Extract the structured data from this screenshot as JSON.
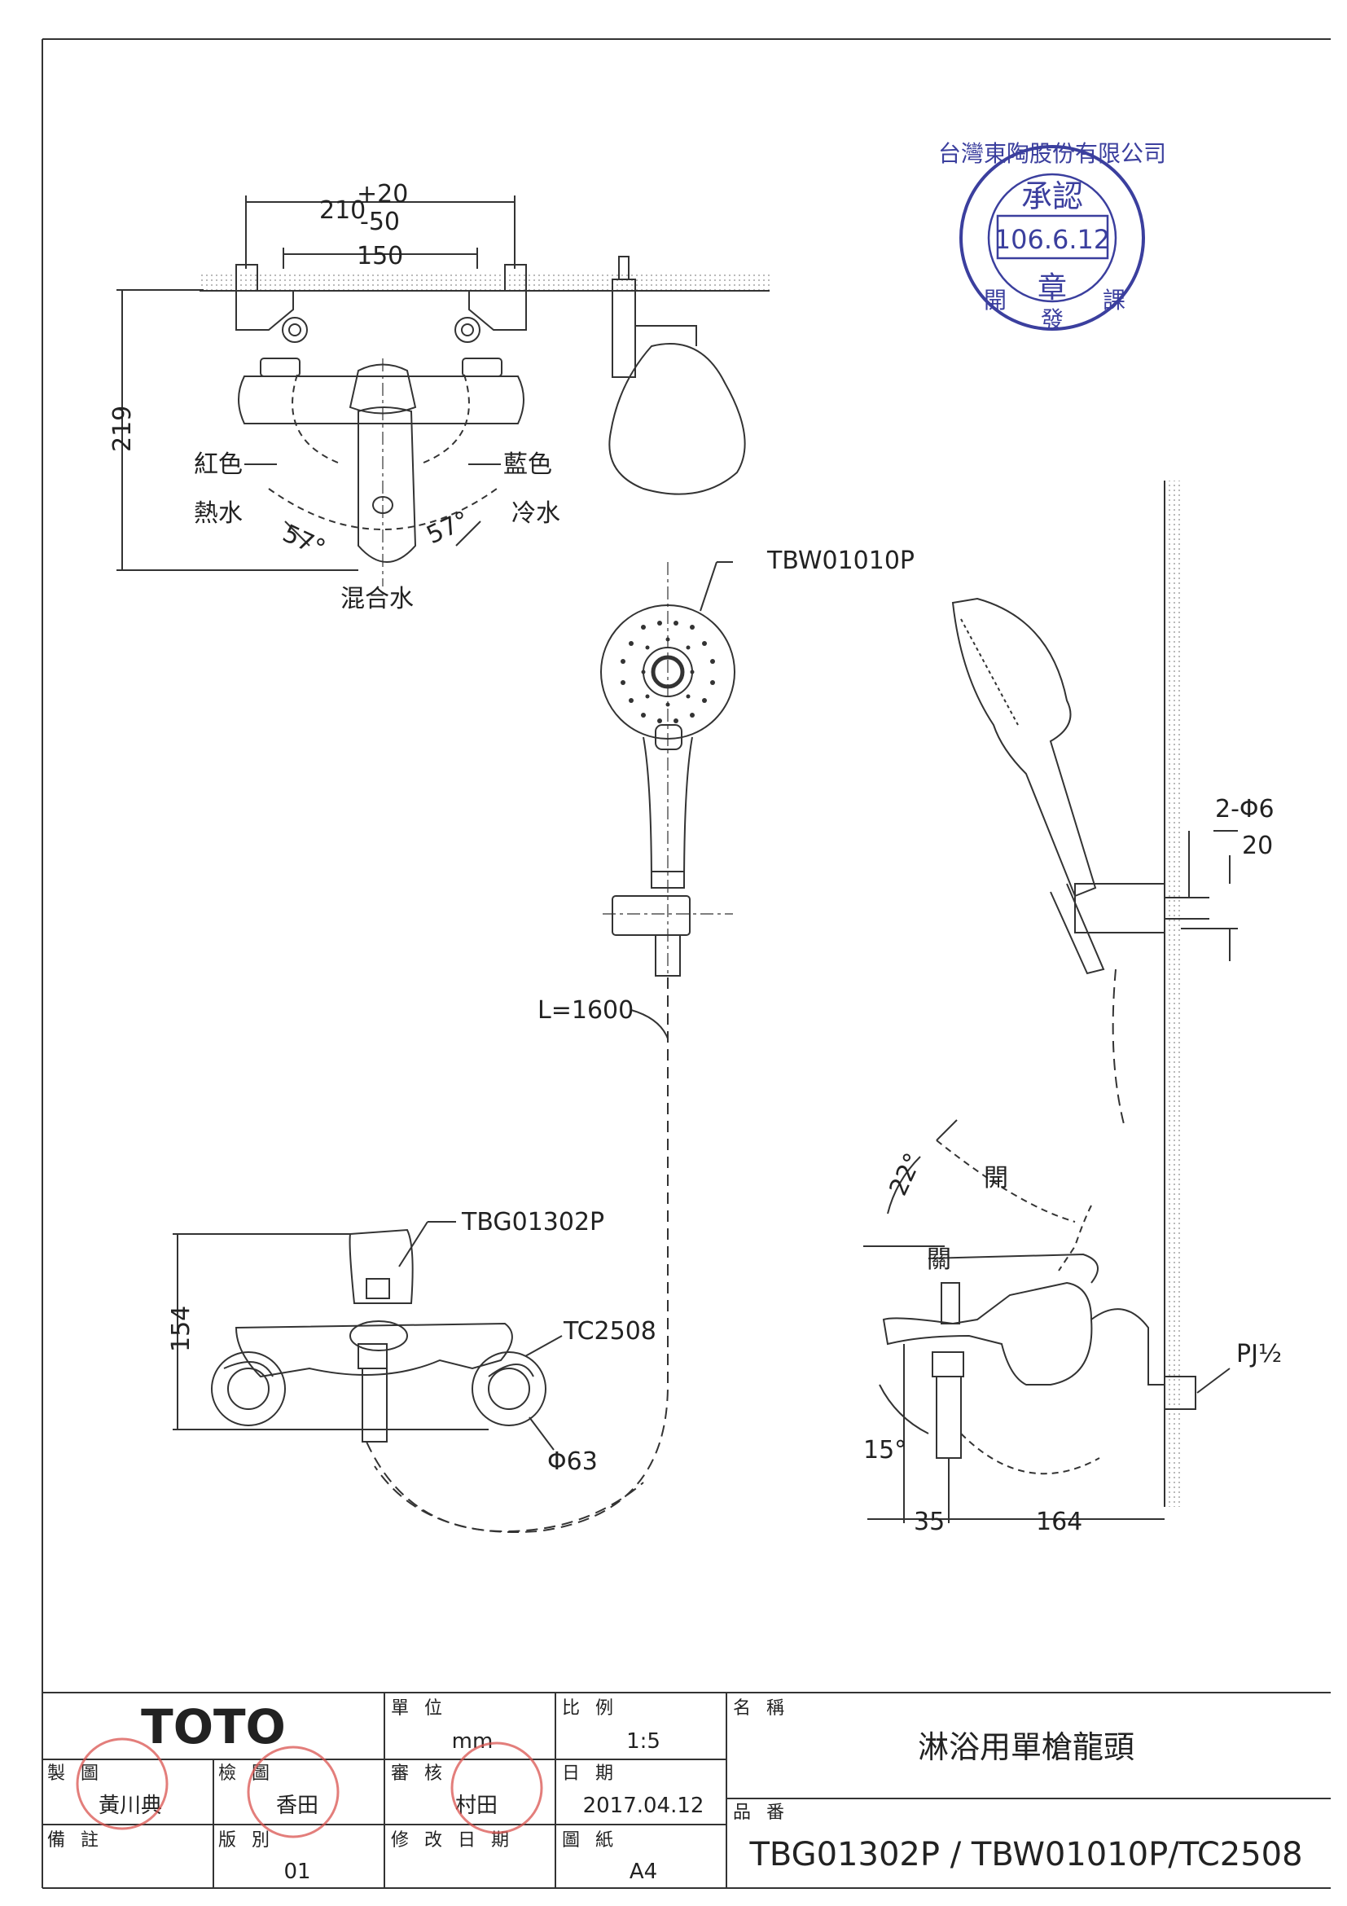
{
  "drawing": {
    "top_view": {
      "dim_outer": "210",
      "dim_outer_tol_plus": "+20",
      "dim_outer_tol_minus": "-50",
      "dim_inner": "150",
      "dim_height": "219",
      "label_red": "紅色",
      "label_hot": "熱水",
      "label_blue": "藍色",
      "label_cold": "冷水",
      "angle_left": "57°",
      "angle_right": "57°",
      "label_mixed": "混合水"
    },
    "handshower": {
      "model": "TBW01010P",
      "hose_length": "L=1600"
    },
    "side_view": {
      "holes": "2-Φ6",
      "dim_20": "20",
      "angle_open": "22°",
      "label_open": "開",
      "label_close": "關",
      "pipe": "PJ½",
      "angle_spout": "15°",
      "dim_35": "35",
      "dim_164": "164"
    },
    "front_view": {
      "model_mixer": "TBG01302P",
      "model_elbow": "TC2508",
      "dim_height": "154",
      "dim_dia": "Φ63"
    }
  },
  "approval_stamp": {
    "company": "台灣東陶股份有限公司",
    "title": "承認",
    "date": "106.6.12",
    "seal": "章",
    "dept_left": "開",
    "dept_mid": "發",
    "dept_right": "課"
  },
  "title_block": {
    "logo": "TOTO",
    "unit_label": "單 位",
    "unit_value": "mm",
    "scale_label": "比 例",
    "scale_value": "1:5",
    "name_label": "名 稱",
    "name_value": "淋浴用單槍龍頭",
    "drawn_label": "製 圖",
    "drawn_value": "黃川典",
    "checked_label": "檢 圖",
    "checked_value": "香田",
    "reviewed_label": "審 核",
    "reviewed_value": "村田",
    "date_label": "日 期",
    "date_value": "2017.04.12",
    "partno_label": "品 番",
    "partno_value": "TBG01302P / TBW01010P/TC2508",
    "remarks_label": "備 註",
    "version_label": "版 別",
    "version_value": "01",
    "revdate_label": "修 改 日 期",
    "paper_label": "圖 紙",
    "paper_value": "A4"
  }
}
